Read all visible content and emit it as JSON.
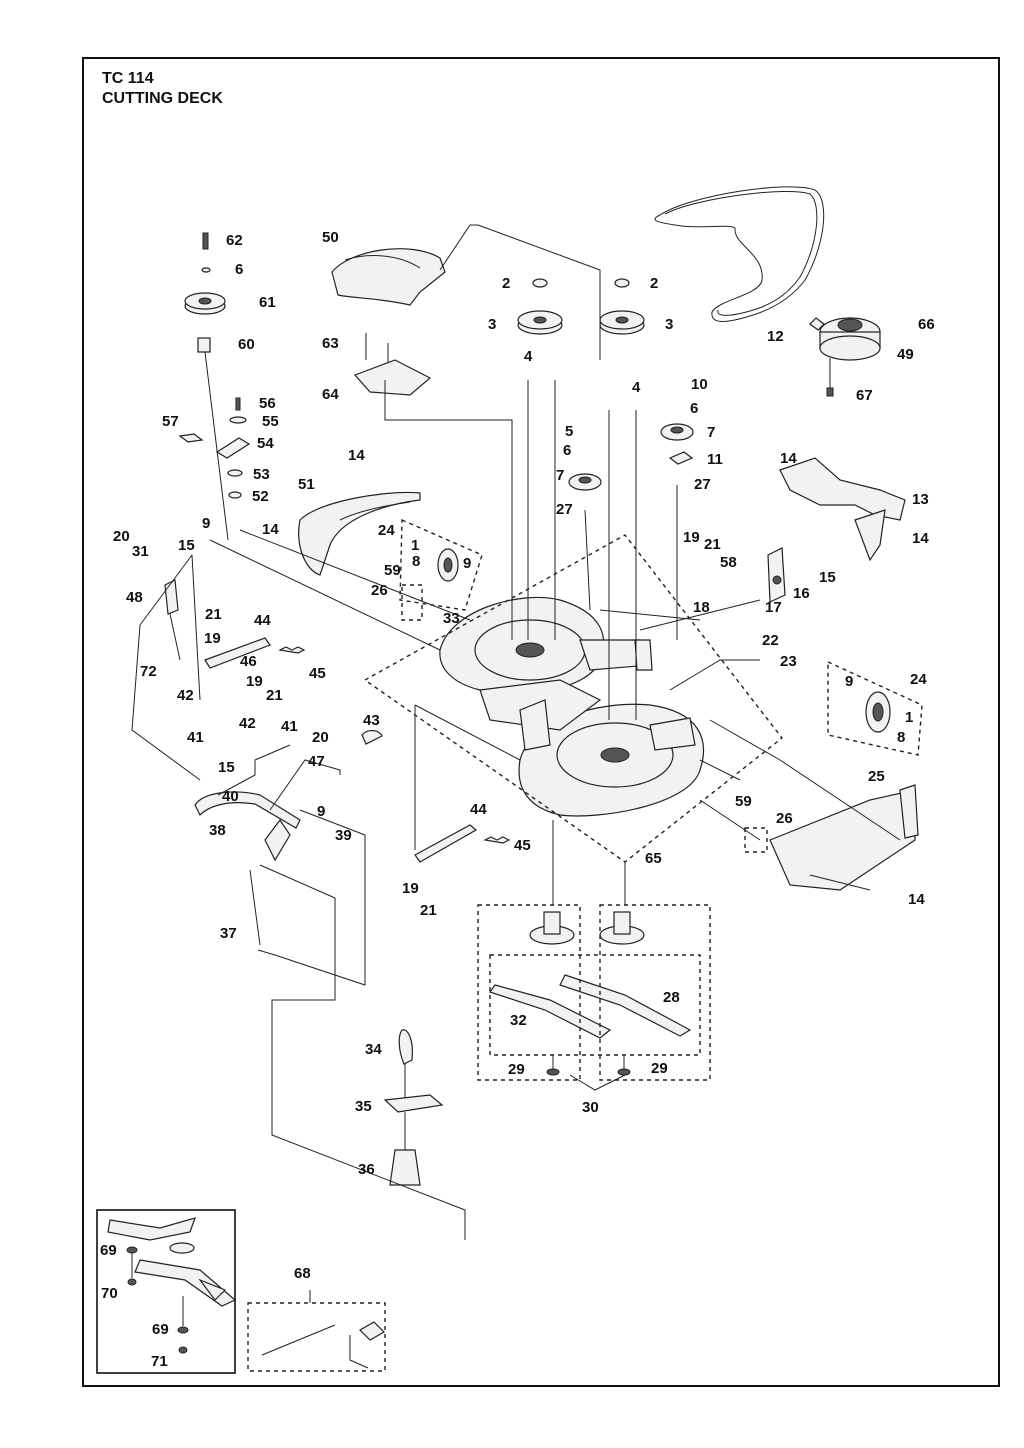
{
  "header": {
    "model": "TC 114",
    "section": "CUTTING DECK"
  },
  "callouts": [
    {
      "id": "c62",
      "text": "62"
    },
    {
      "id": "c6a",
      "text": "6"
    },
    {
      "id": "c61",
      "text": "61"
    },
    {
      "id": "c60",
      "text": "60"
    },
    {
      "id": "c50",
      "text": "50"
    },
    {
      "id": "c63",
      "text": "63"
    },
    {
      "id": "c64",
      "text": "64"
    },
    {
      "id": "c2a",
      "text": "2"
    },
    {
      "id": "c2b",
      "text": "2"
    },
    {
      "id": "c3a",
      "text": "3"
    },
    {
      "id": "c3b",
      "text": "3"
    },
    {
      "id": "c12",
      "text": "12"
    },
    {
      "id": "c66",
      "text": "66"
    },
    {
      "id": "c49",
      "text": "49"
    },
    {
      "id": "c67",
      "text": "67"
    },
    {
      "id": "c4a",
      "text": "4"
    },
    {
      "id": "c4b",
      "text": "4"
    },
    {
      "id": "c10",
      "text": "10"
    },
    {
      "id": "c6b",
      "text": "6"
    },
    {
      "id": "c7a",
      "text": "7"
    },
    {
      "id": "c11",
      "text": "11"
    },
    {
      "id": "c27a",
      "text": "27"
    },
    {
      "id": "c5",
      "text": "5"
    },
    {
      "id": "c6c",
      "text": "6"
    },
    {
      "id": "c7b",
      "text": "7"
    },
    {
      "id": "c27b",
      "text": "27"
    },
    {
      "id": "c56",
      "text": "56"
    },
    {
      "id": "c55",
      "text": "55"
    },
    {
      "id": "c57",
      "text": "57"
    },
    {
      "id": "c54",
      "text": "54"
    },
    {
      "id": "c53",
      "text": "53"
    },
    {
      "id": "c52",
      "text": "52"
    },
    {
      "id": "c14a",
      "text": "14"
    },
    {
      "id": "c51",
      "text": "51"
    },
    {
      "id": "c14b",
      "text": "14"
    },
    {
      "id": "c13",
      "text": "13"
    },
    {
      "id": "c14c",
      "text": "14"
    },
    {
      "id": "c9a",
      "text": "9"
    },
    {
      "id": "c14d",
      "text": "14"
    },
    {
      "id": "c24a",
      "text": "24"
    },
    {
      "id": "c1a",
      "text": "1"
    },
    {
      "id": "c8a",
      "text": "8"
    },
    {
      "id": "c9b",
      "text": "9"
    },
    {
      "id": "c59a",
      "text": "59"
    },
    {
      "id": "c26a",
      "text": "26"
    },
    {
      "id": "c33",
      "text": "33"
    },
    {
      "id": "c19a",
      "text": "19"
    },
    {
      "id": "c21a",
      "text": "21"
    },
    {
      "id": "c58",
      "text": "58"
    },
    {
      "id": "c15a",
      "text": "15"
    },
    {
      "id": "c16",
      "text": "16"
    },
    {
      "id": "c18",
      "text": "18"
    },
    {
      "id": "c17",
      "text": "17"
    },
    {
      "id": "c20a",
      "text": "20"
    },
    {
      "id": "c31",
      "text": "31"
    },
    {
      "id": "c15b",
      "text": "15"
    },
    {
      "id": "c48",
      "text": "48"
    },
    {
      "id": "c21b",
      "text": "21"
    },
    {
      "id": "c44a",
      "text": "44"
    },
    {
      "id": "c19b",
      "text": "19"
    },
    {
      "id": "c72",
      "text": "72"
    },
    {
      "id": "c46",
      "text": "46"
    },
    {
      "id": "c45a",
      "text": "45"
    },
    {
      "id": "c19c",
      "text": "19"
    },
    {
      "id": "c21c",
      "text": "21"
    },
    {
      "id": "c22",
      "text": "22"
    },
    {
      "id": "c23",
      "text": "23"
    },
    {
      "id": "c24b",
      "text": "24"
    },
    {
      "id": "c9c",
      "text": "9"
    },
    {
      "id": "c1b",
      "text": "1"
    },
    {
      "id": "c8b",
      "text": "8"
    },
    {
      "id": "c42a",
      "text": "42"
    },
    {
      "id": "c41a",
      "text": "41"
    },
    {
      "id": "c42b",
      "text": "42"
    },
    {
      "id": "c41b",
      "text": "41"
    },
    {
      "id": "c43",
      "text": "43"
    },
    {
      "id": "c20b",
      "text": "20"
    },
    {
      "id": "c47",
      "text": "47"
    },
    {
      "id": "c15c",
      "text": "15"
    },
    {
      "id": "c40",
      "text": "40"
    },
    {
      "id": "c9d",
      "text": "9"
    },
    {
      "id": "c39",
      "text": "39"
    },
    {
      "id": "c38",
      "text": "38"
    },
    {
      "id": "c25",
      "text": "25"
    },
    {
      "id": "c59b",
      "text": "59"
    },
    {
      "id": "c26b",
      "text": "26"
    },
    {
      "id": "c44b",
      "text": "44"
    },
    {
      "id": "c45b",
      "text": "45"
    },
    {
      "id": "c65",
      "text": "65"
    },
    {
      "id": "c14e",
      "text": "14"
    },
    {
      "id": "c19d",
      "text": "19"
    },
    {
      "id": "c21d",
      "text": "21"
    },
    {
      "id": "c37",
      "text": "37"
    },
    {
      "id": "c28",
      "text": "28"
    },
    {
      "id": "c32",
      "text": "32"
    },
    {
      "id": "c29a",
      "text": "29"
    },
    {
      "id": "c29b",
      "text": "29"
    },
    {
      "id": "c30",
      "text": "30"
    },
    {
      "id": "c34",
      "text": "34"
    },
    {
      "id": "c35",
      "text": "35"
    },
    {
      "id": "c36",
      "text": "36"
    },
    {
      "id": "c69a",
      "text": "69"
    },
    {
      "id": "c70",
      "text": "70"
    },
    {
      "id": "c69b",
      "text": "69"
    },
    {
      "id": "c71",
      "text": "71"
    },
    {
      "id": "c68",
      "text": "68"
    }
  ]
}
